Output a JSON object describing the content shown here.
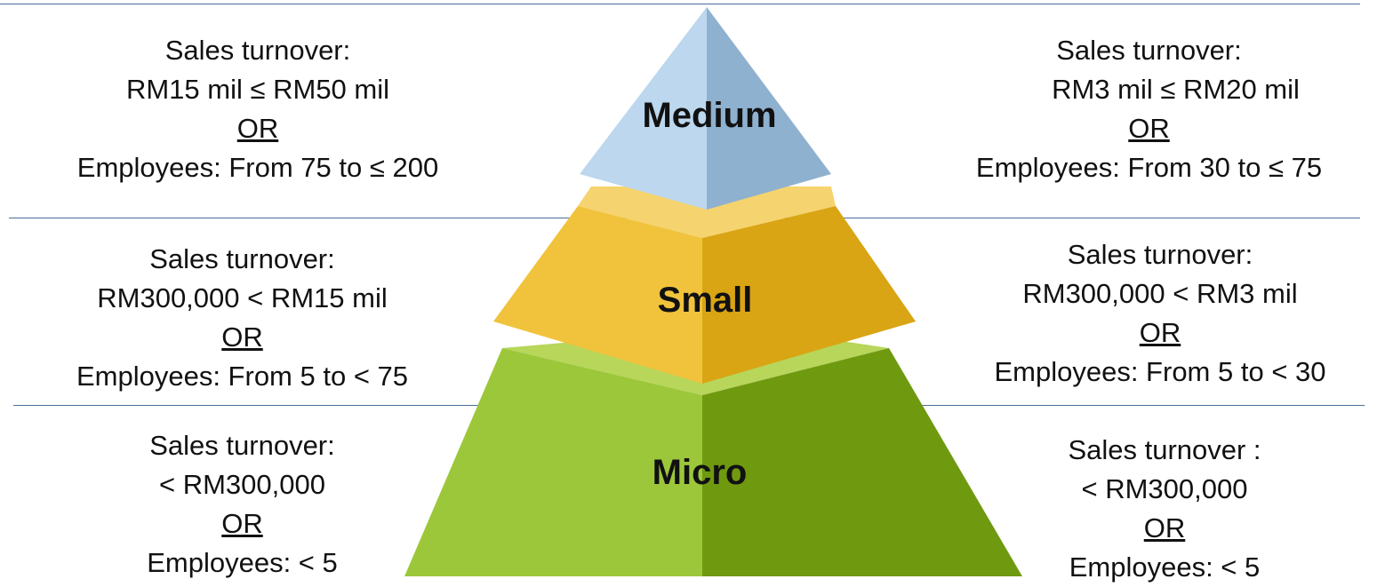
{
  "tiers": {
    "medium": {
      "label": "Medium",
      "left": {
        "line1": "Sales turnover:",
        "line2": "RM15 mil ≤ RM50 mil",
        "or": "OR",
        "line4": "Employees: From 75 to ≤ 200"
      },
      "right": {
        "line1": "Sales turnover:",
        "line2": "RM3 mil ≤ RM20 mil",
        "or": "OR",
        "line4": "Employees: From 30 to ≤ 75"
      }
    },
    "small": {
      "label": "Small",
      "left": {
        "line1": "Sales turnover:",
        "line2": "RM300,000 < RM15 mil",
        "or": "OR",
        "line4": "Employees: From 5 to < 75"
      },
      "right": {
        "line1": "Sales turnover:",
        "line2": "RM300,000 < RM3 mil",
        "or": "OR",
        "line4": "Employees: From 5 to < 30"
      }
    },
    "micro": {
      "label": "Micro",
      "left": {
        "line1": "Sales turnover:",
        "line2": "< RM300,000",
        "or": "OR",
        "line4": "Employees: < 5"
      },
      "right": {
        "line1": "Sales turnover :",
        "line2": "< RM300,000",
        "or": "OR",
        "line4": "Employees: < 5"
      }
    }
  },
  "colors": {
    "medium_light": "#bcd7ee",
    "medium_dark": "#8fb1d0",
    "small_light": "#f1c33c",
    "small_dark": "#d9a514",
    "micro_light": "#9cc73a",
    "micro_dark": "#6f9a10",
    "divider": "#4a6e9a"
  }
}
